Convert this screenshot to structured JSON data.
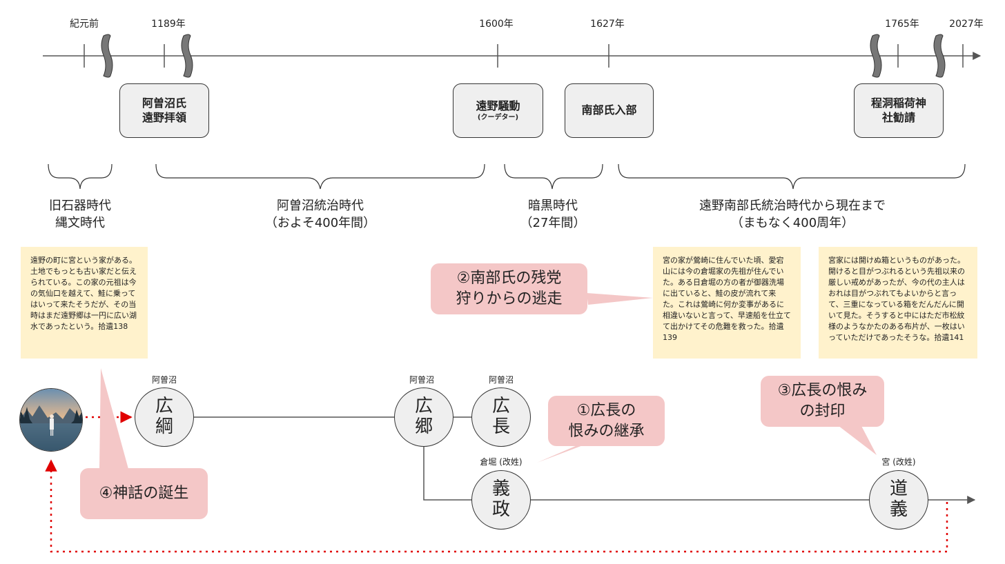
{
  "years": [
    "紀元前",
    "1189年",
    "1600年",
    "1627年",
    "1765年",
    "2027年"
  ],
  "events": [
    {
      "line1": "阿曽沼氏",
      "line2": "遠野拝領",
      "sub": ""
    },
    {
      "line1": "遠野騒動",
      "line2": "",
      "sub": "(クーデター)"
    },
    {
      "line1": "南部氏入部",
      "line2": "",
      "sub": ""
    },
    {
      "line1": "程洞稲荷神",
      "line2": "社勧請",
      "sub": ""
    }
  ],
  "eras": [
    {
      "line1": "旧石器時代",
      "line2": "縄文時代"
    },
    {
      "line1": "阿曽沼統治時代",
      "line2": "（およそ400年間）"
    },
    {
      "line1": "暗黒時代",
      "line2": "（27年間）"
    },
    {
      "line1": "遠野南部氏統治時代から現在まで",
      "line2": "（まもなく400周年）"
    }
  ],
  "notes": [
    "遠野の町に宮という家がある。土地でもっとも古い家だと伝えられている。この家の元祖は今の気仙口を越えて、鮭に乗ってはいって来たそうだが、その当時はまだ遠野郷は一円に広い湖水であったという。拾遺138",
    "宮の家が鶯崎に住んでいた頃、愛宕山には今の倉堀家の先祖が住んでいた。ある日倉堀の方の者が御器洗場に出ていると、鮭の皮が流れて来た。これは鶯崎に何か変事があるに相違いないと言って、早速船を仕立てて出かけてその危難を救った。拾遺139",
    "宮家には開けぬ箱というものがあった。開けると目がつぶれるという先祖以来の厳しい戒めがあったが、今の代の主人はおれは目がつぶれてもよいからと言って、三重になっている箱をだんだんに開いて見た。そうすると中にはただ市松紋様のようなかたのある布片が、一枚はいっていただけであったそうな。拾遺141"
  ],
  "callouts": [
    {
      "line1": "②南部氏の残党",
      "line2": "狩りからの逃走"
    },
    {
      "line1": "①広長の",
      "line2": "恨みの継承"
    },
    {
      "line1": "③広長の恨み",
      "line2": "の封印"
    },
    {
      "line1": "④神話の誕生",
      "line2": ""
    }
  ],
  "people": [
    {
      "tag": "阿曽沼",
      "line1": "広",
      "line2": "綱"
    },
    {
      "tag": "阿曽沼",
      "line1": "広",
      "line2": "郷"
    },
    {
      "tag": "阿曽沼",
      "line1": "広",
      "line2": "長"
    },
    {
      "tag": "倉堀 (改姓)",
      "line1": "義",
      "line2": "政"
    },
    {
      "tag": "宮 (改姓)",
      "line1": "道",
      "line2": "義"
    }
  ],
  "colors": {
    "axis": "#555555",
    "event_fill": "#efefef",
    "note_fill": "#fff2cc",
    "callout_fill": "#f4c7c7",
    "dotted": "#e00000"
  },
  "icons": [
    "person-in-lake-avatar",
    "axis-break-icon"
  ]
}
